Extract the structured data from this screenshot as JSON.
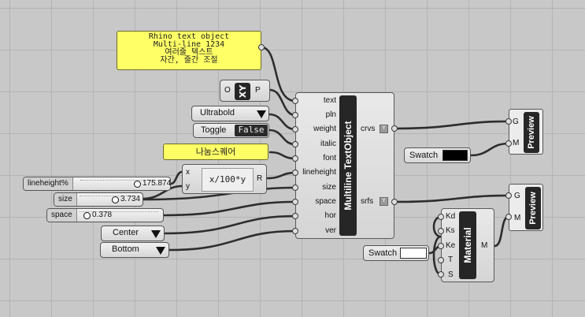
{
  "text_panel": {
    "lines": [
      "Rhino text object",
      "Multi-line 1234",
      "여러줄 텍스트",
      "자간, 줄간 조절"
    ]
  },
  "xy_plane": {
    "in_pin": "O",
    "out_pin": "P",
    "icon": "xy-plane-icon"
  },
  "weight_dropdown": {
    "value": "Ultrabold"
  },
  "italic_toggle": {
    "label": "Toggle",
    "value": "False"
  },
  "font_panel": {
    "text": "나눔스퀘어"
  },
  "expression": {
    "in_x": "x",
    "in_y": "y",
    "formula": "x/100*y",
    "out": "R"
  },
  "sliders": {
    "lineheight": {
      "name": "lineheight%",
      "value": "175.874"
    },
    "size": {
      "name": "size",
      "value": "3.734"
    },
    "space": {
      "name": "space",
      "value": "0.378"
    }
  },
  "hor_dropdown": {
    "value": "Center"
  },
  "ver_dropdown": {
    "value": "Bottom"
  },
  "main_component": {
    "title": "Multiline TextObject",
    "inputs": [
      "text",
      "pln",
      "weight",
      "italic",
      "font",
      "lineheight",
      "size",
      "space",
      "hor",
      "ver"
    ],
    "outputs": [
      "crvs",
      "srfs"
    ]
  },
  "swatch_black": {
    "label": "Swatch",
    "color": "#000000"
  },
  "swatch_white": {
    "label": "Swatch",
    "color": "#ffffff"
  },
  "material": {
    "title": "Material",
    "inputs": [
      "Kd",
      "Ks",
      "Ke",
      "T",
      "S"
    ],
    "output": "M"
  },
  "preview1": {
    "title": "Preview",
    "inputs": [
      "G",
      "M"
    ]
  },
  "preview2": {
    "title": "Preview",
    "inputs": [
      "G",
      "M"
    ]
  }
}
